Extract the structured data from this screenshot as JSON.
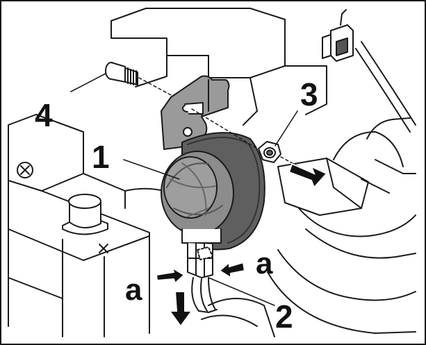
{
  "colors": {
    "line": "#1a1a1a",
    "horn_fill": "#8c8c8c",
    "horn_dark": "#5f5f5f",
    "bracket_fill": "#9a9a9a",
    "background": "#ffffff"
  },
  "callouts": {
    "horn": "1",
    "connector": "2",
    "nut": "3",
    "bolt": "4",
    "tab_left": "a",
    "tab_right": "a"
  },
  "icons": {
    "battery_terminal_minus": "minus-symbol",
    "battery_terminal_plus": "plus-symbol",
    "removal_arrow_right": "arrow-right",
    "removal_arrow_down": "arrow-down",
    "press_arrow_left": "arrow-right",
    "press_arrow_right": "arrow-left"
  }
}
